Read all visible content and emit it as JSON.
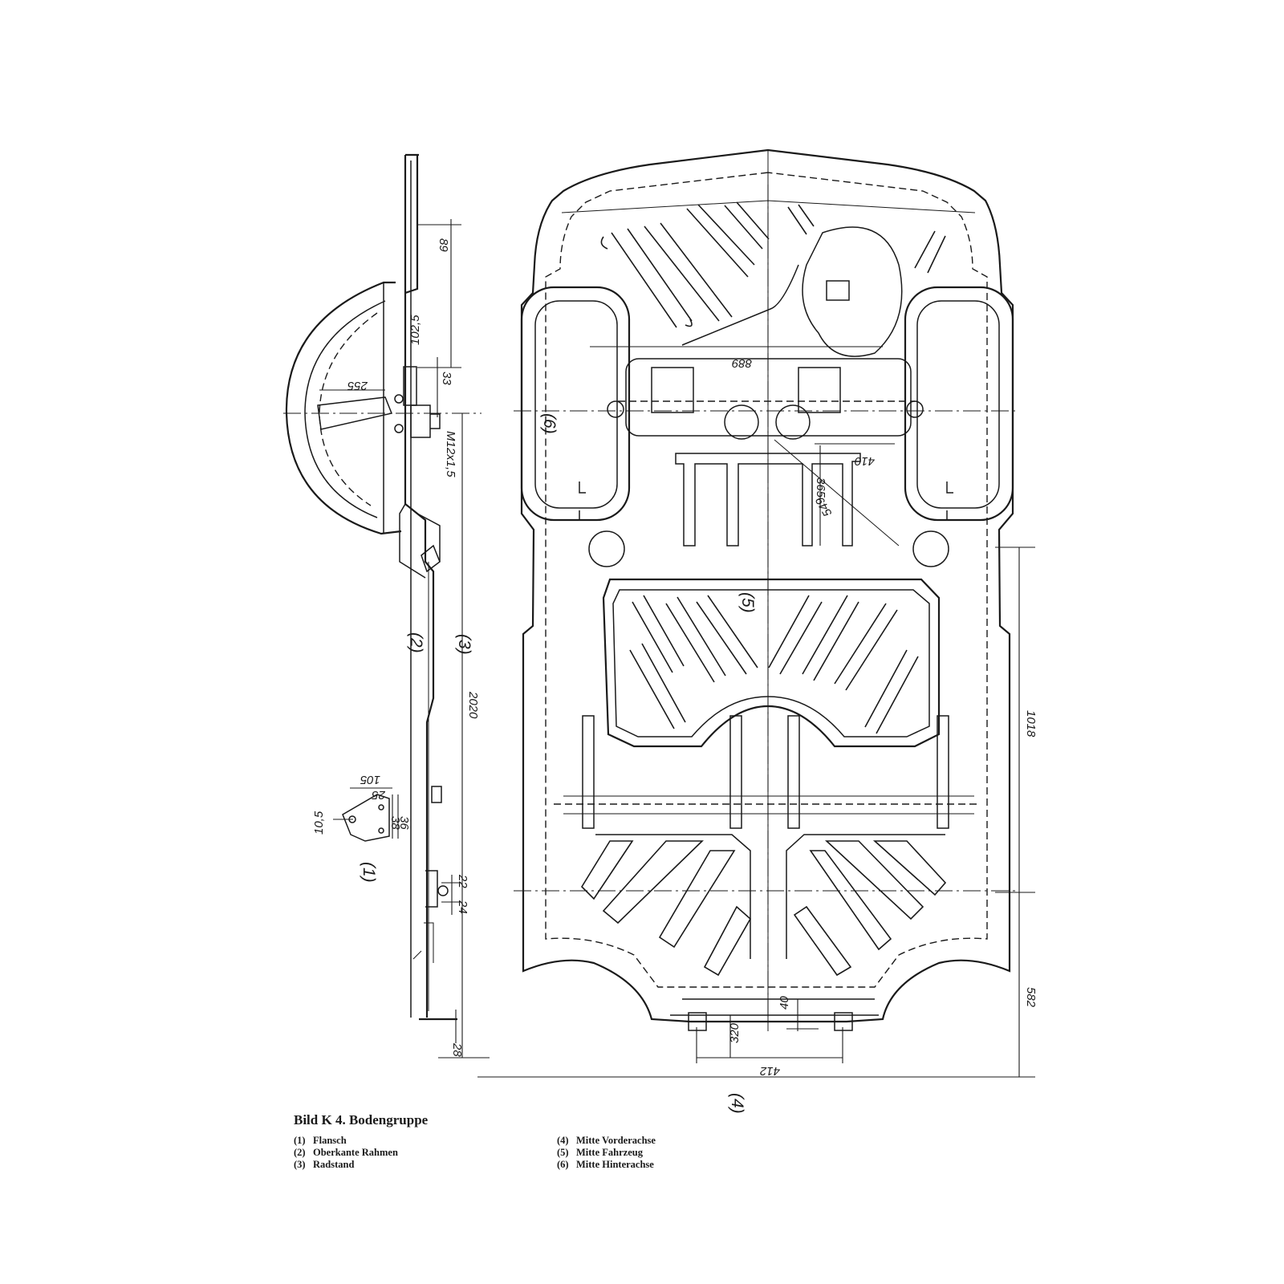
{
  "caption": {
    "title": "Bild K 4. Bodengruppe",
    "legend_left": [
      {
        "num": "(1)",
        "text": "Flansch"
      },
      {
        "num": "(2)",
        "text": "Oberkante Rahmen"
      },
      {
        "num": "(3)",
        "text": "Radstand"
      }
    ],
    "legend_right": [
      {
        "num": "(4)",
        "text": "Mitte Vorderachse"
      },
      {
        "num": "(5)",
        "text": "Mitte Fahrzeug"
      },
      {
        "num": "(6)",
        "text": "Mitte Hinterachse"
      }
    ]
  },
  "side_view": {
    "dimensions": {
      "d89": "89",
      "d102_5": "102,5",
      "d33": "33",
      "d255": "255",
      "thread": "M12x1,5",
      "d2020": "2020",
      "d28": "28",
      "d22": "22",
      "d24": "24"
    },
    "refs": {
      "frame_top": "(2)",
      "wheelbase": "(3)"
    }
  },
  "flange_detail": {
    "ref": "(1)",
    "dimensions": {
      "d10_5": "10,5",
      "d105": "105",
      "d25": "25",
      "d38": "38",
      "d36": "36"
    }
  },
  "plan_view": {
    "dimensions": {
      "d889": "889",
      "d410": "410",
      "d365": "365",
      "d549": "549",
      "d1018": "1018",
      "d582": "582",
      "d320": "320",
      "d40": "40",
      "d412": "412"
    },
    "refs": {
      "rear_axle": "(6)",
      "vehicle_center": "(5)",
      "front_axle": "(4)"
    }
  }
}
